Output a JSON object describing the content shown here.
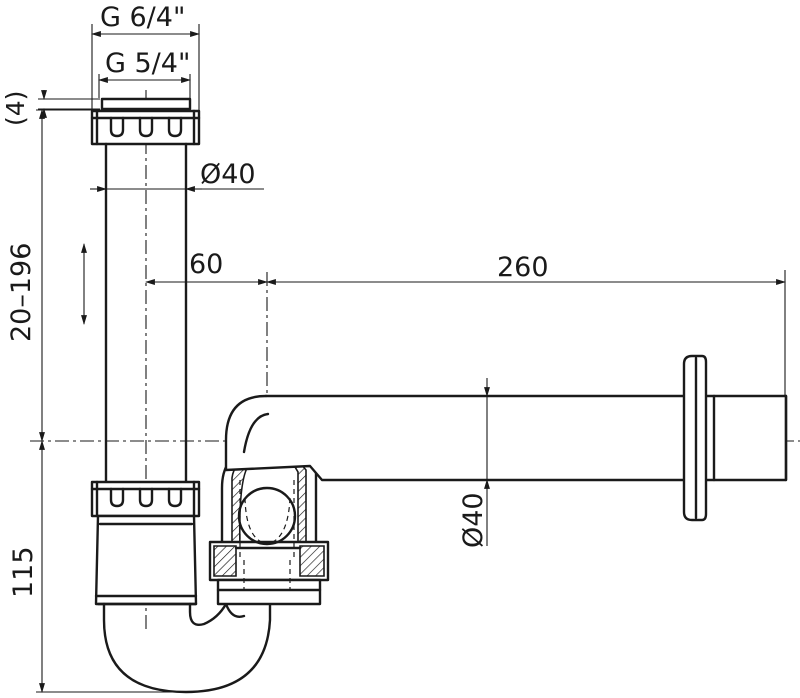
{
  "drawing": {
    "dimensions": {
      "thread_outer": "G 6/4\"",
      "thread_inner": "G 5/4\"",
      "gasket_height": "(4)",
      "pipe_diameter_vertical": "Ø40",
      "height_adjust_range": "20–196",
      "trap_offset": "60",
      "wall_pipe_length": "260",
      "pipe_diameter_horizontal": "Ø40",
      "trap_height": "115"
    },
    "colors": {
      "line": "#1a1a1a",
      "background": "#ffffff"
    }
  }
}
